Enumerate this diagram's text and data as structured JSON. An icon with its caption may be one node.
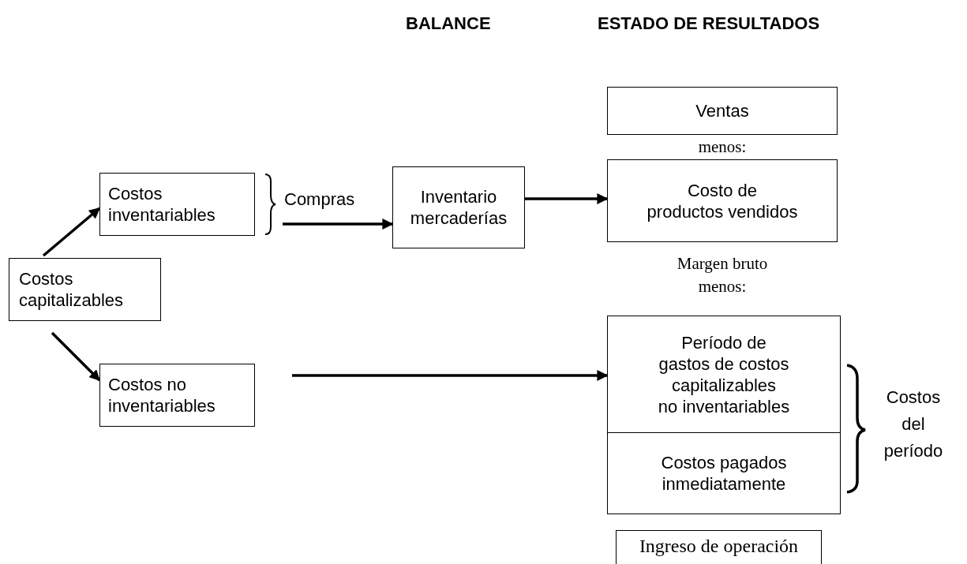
{
  "diagram": {
    "nodes": [
      {
        "text": [
          "Costos capitalizables"
        ]
      },
      {
        "text": [
          "Costos inventariables"
        ]
      },
      {
        "text": [
          "Costos no inventariables"
        ]
      },
      {
        "text": [
          "Inventario mercaderías"
        ]
      },
      {
        "text": [
          "Ventas"
        ]
      },
      {
        "text": [
          "Costo de productos vendidos"
        ]
      },
      {
        "text": [
          "Período de gastos de costos capitalizables no inventariables"
        ]
      },
      {
        "text": [
          "Costos pagados inmediatamente"
        ]
      },
      {
        "text": [
          "Ingreso de operación"
        ]
      }
    ],
    "edges": [
      {
        "from": 0,
        "to": 1,
        "arrow": "to"
      },
      {
        "from": 0,
        "to": 2,
        "arrow": "to"
      },
      {
        "from": 1,
        "to": 3,
        "arrow": "to",
        "label": "Compras"
      },
      {
        "from": 3,
        "to": 5,
        "arrow": "to"
      },
      {
        "from": 2,
        "to": 6,
        "arrow": "to"
      }
    ],
    "labels": [
      "BALANCE",
      "ESTADO DE RESULTADOS",
      "menos:",
      "Margen bruto",
      "menos:",
      "Costos del período"
    ]
  }
}
